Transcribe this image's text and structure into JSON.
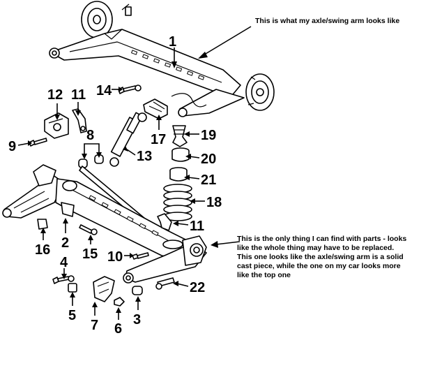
{
  "annotations": {
    "top_note": "This is what my axle/swing arm looks like",
    "bottom_note": [
      "This is the only thing I can find with parts - looks",
      "like the whole thing may have to be replaced.",
      "This one looks like the axle/swing arm is a solid",
      "cast piece, while the one on my car looks more",
      "like the top one"
    ]
  },
  "callouts": [
    "1",
    "2",
    "3",
    "4",
    "5",
    "6",
    "7",
    "8",
    "9",
    "10",
    "11",
    "11",
    "12",
    "13",
    "14",
    "15",
    "16",
    "17",
    "18",
    "19",
    "20",
    "21",
    "22"
  ]
}
